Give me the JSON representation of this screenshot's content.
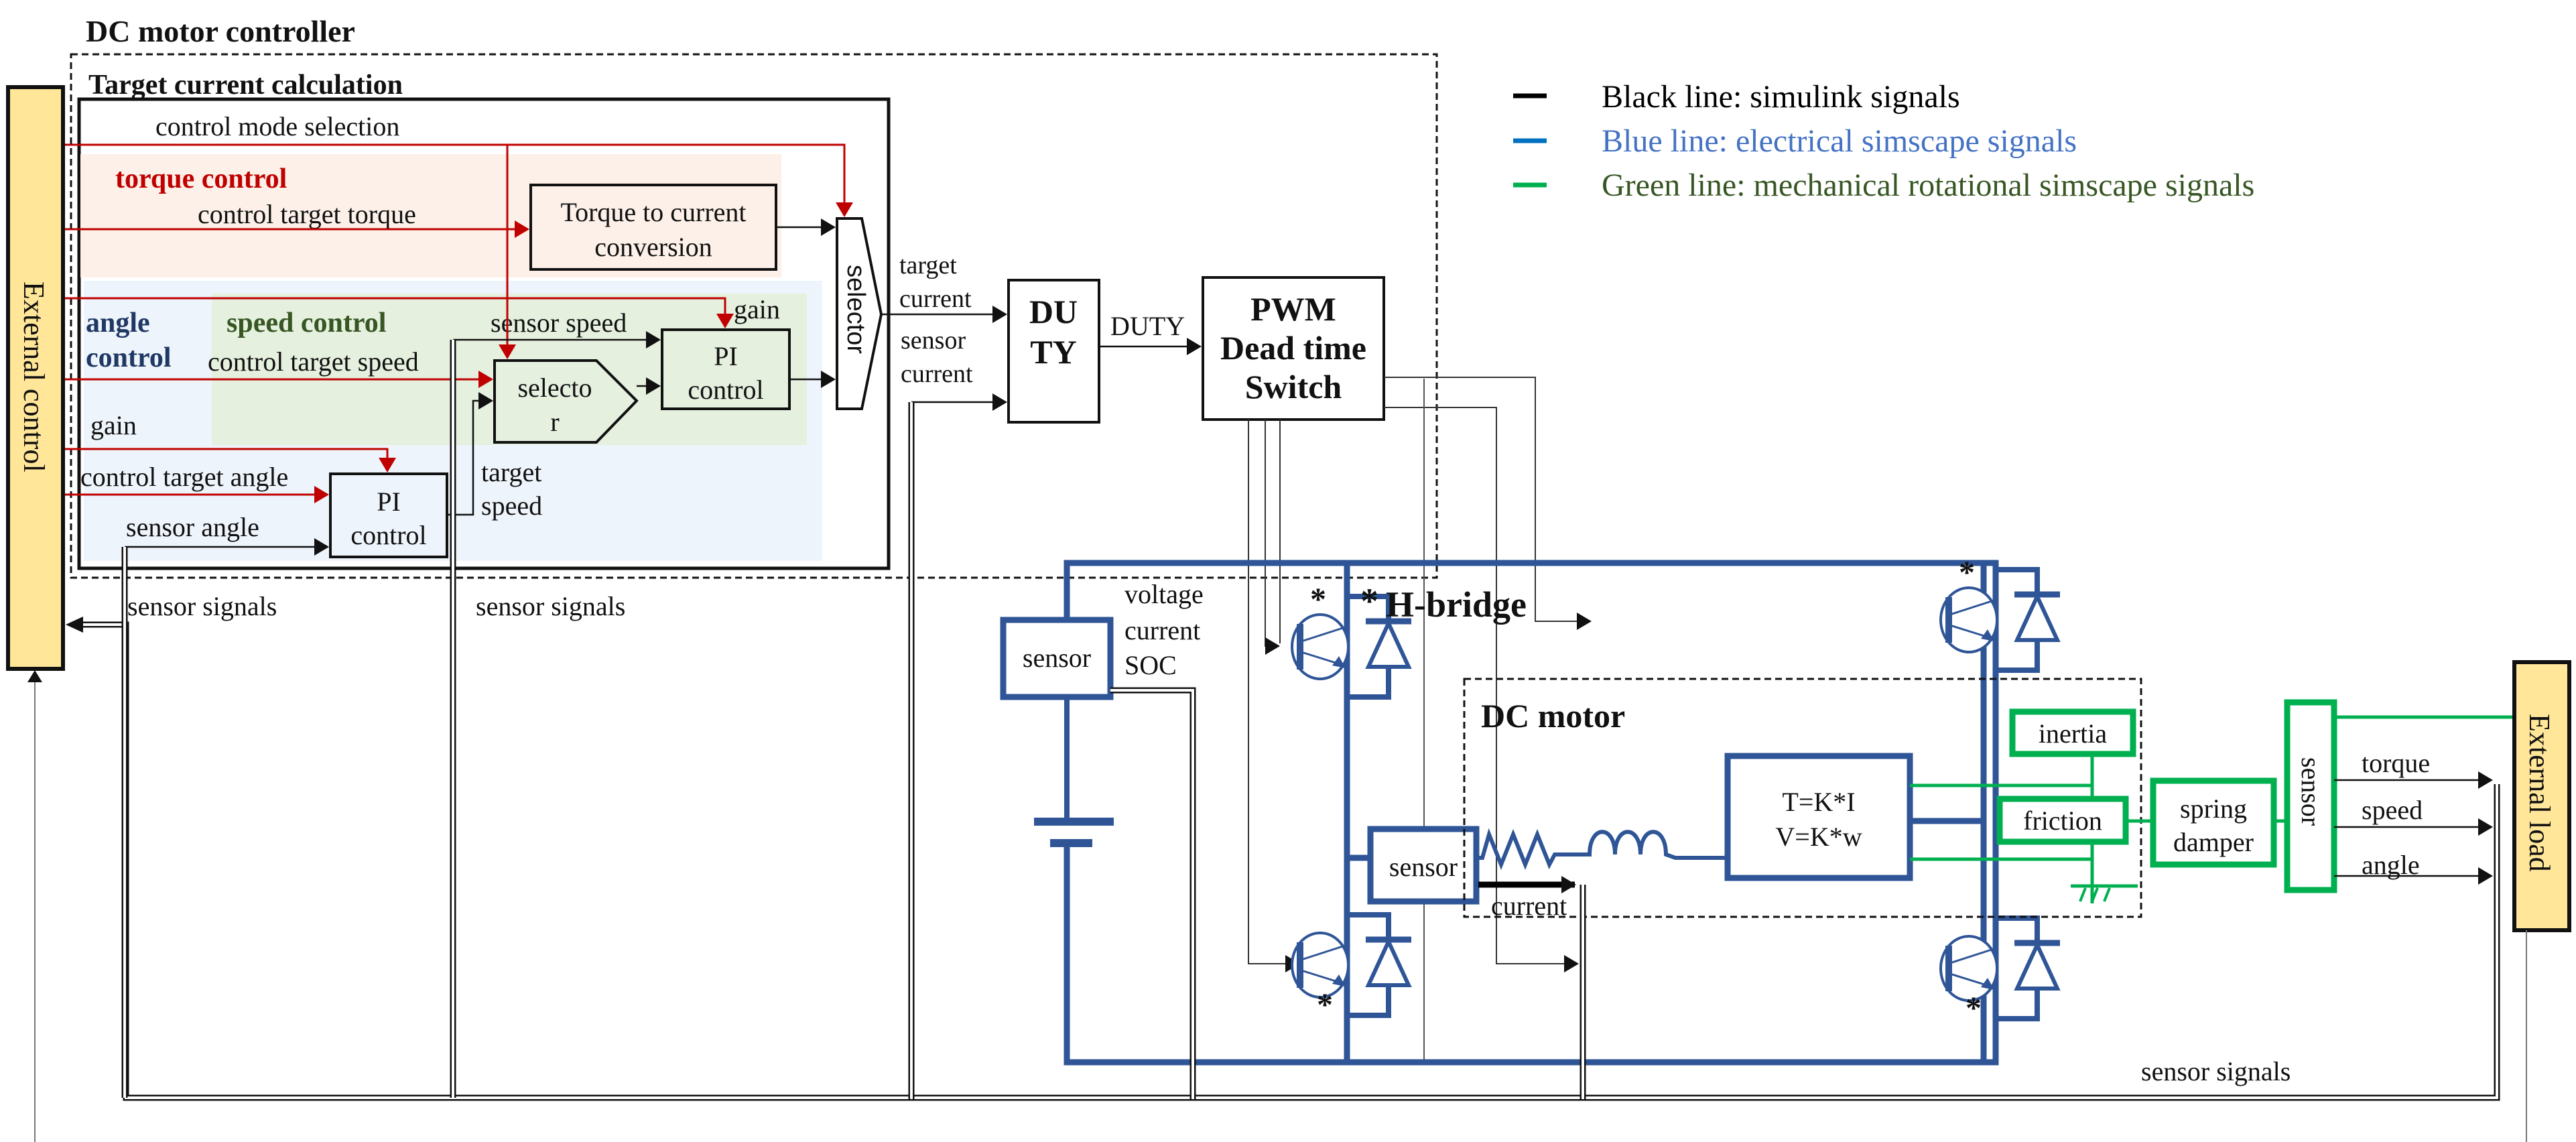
{
  "title": "DC motor controller",
  "legend": [
    {
      "label": "Black line: simulink signals",
      "color": "#000000",
      "text_color": "#000000"
    },
    {
      "label": "Blue line: electrical simscape signals",
      "color": "#0070c0",
      "text_color": "#4472c4"
    },
    {
      "label": "Green line: mechanical rotational simscape signals",
      "color": "#00b050",
      "text_color": "#375623"
    }
  ],
  "external_control": {
    "label": "External control"
  },
  "external_load": {
    "label": "External load"
  },
  "target_current_calc": {
    "title": "Target current calculation",
    "control_mode_selection": "control mode selection",
    "torque_control": {
      "title": "torque control",
      "input_label": "control target torque",
      "block_line1": "Torque to current",
      "block_line2": "conversion"
    },
    "angle_control": {
      "title_line1": "angle",
      "title_line2": "control",
      "gain_label": "gain",
      "target_label": "control target angle",
      "sensor_label": "sensor angle",
      "pi_line1": "PI",
      "pi_line2": "control",
      "output_line1": "target",
      "output_line2": "speed"
    },
    "speed_control": {
      "title": "speed control",
      "sensor_label": "sensor speed",
      "gain_label": "gain",
      "target_label": "control target speed",
      "selector_line1": "selecto",
      "selector_line2": "r",
      "pi_line1": "PI",
      "pi_line2": "control"
    },
    "selector_label": "selector"
  },
  "duty": {
    "target_line1": "target",
    "target_line2": "current",
    "sensor_line1": "sensor",
    "sensor_line2": "current",
    "block_line1": "DU",
    "block_line2": "TY",
    "output_label": "DUTY"
  },
  "pwm": {
    "line1": "PWM",
    "line2": "Dead time",
    "line3": "Switch"
  },
  "battery_sensor": {
    "label": "sensor",
    "outputs": [
      "voltage",
      "current",
      "SOC"
    ]
  },
  "h_bridge": {
    "title": "H-bridge",
    "marker": "*"
  },
  "dc_motor": {
    "title": "DC motor",
    "sensor_label": "sensor",
    "current_label": "current",
    "equation_line1": "T=K*I",
    "equation_line2": "V=K*w",
    "inertia": "inertia",
    "friction": "friction"
  },
  "spring_damper": {
    "line1": "spring",
    "line2": "damper"
  },
  "mech_sensor": {
    "label": "sensor",
    "outputs": [
      "torque",
      "speed",
      "angle"
    ]
  },
  "sensor_signals_labels": [
    "sensor signals",
    "sensor signals",
    "sensor signals"
  ]
}
